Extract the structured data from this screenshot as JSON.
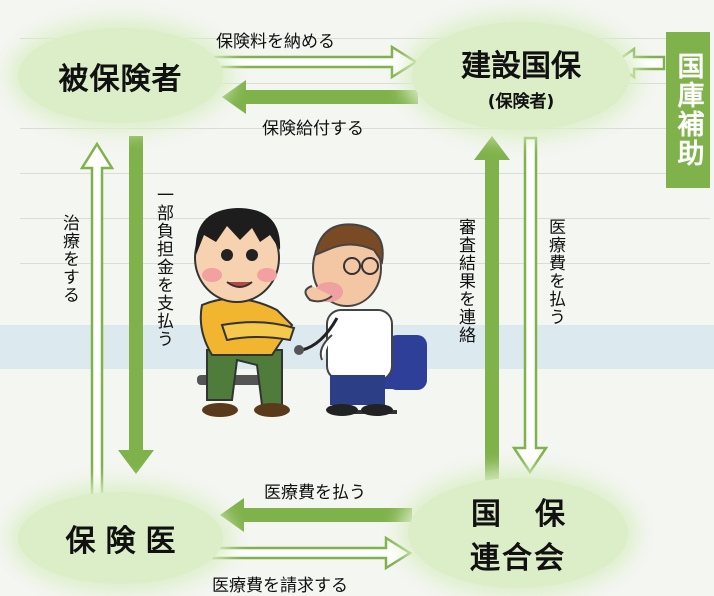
{
  "nodes": {
    "insured": "被保険者",
    "insurer_name": "建設国保",
    "insurer_sub": "(保険者)",
    "doctor": "保険医",
    "union_line1": "国保",
    "union_line2": "連合会"
  },
  "subsidy": "国庫補助",
  "flows": {
    "pay_premium": "保険料を納める",
    "insurance_benefit": "保険給付する",
    "treatment": "治療をする",
    "copay": "一部負担金を支払う",
    "review_results": "審査結果を連絡",
    "pay_medical_fee_vertical": "医療費を払う",
    "pay_medical_fee": "医療費を払う",
    "claim_medical_fee": "医療費を請求する"
  },
  "colors": {
    "arrow_fill": "#7fb24a",
    "arrow_outline": "#7fb24a",
    "node_fill": "#dceec8",
    "subsidy_bg": "#7fb24a"
  }
}
